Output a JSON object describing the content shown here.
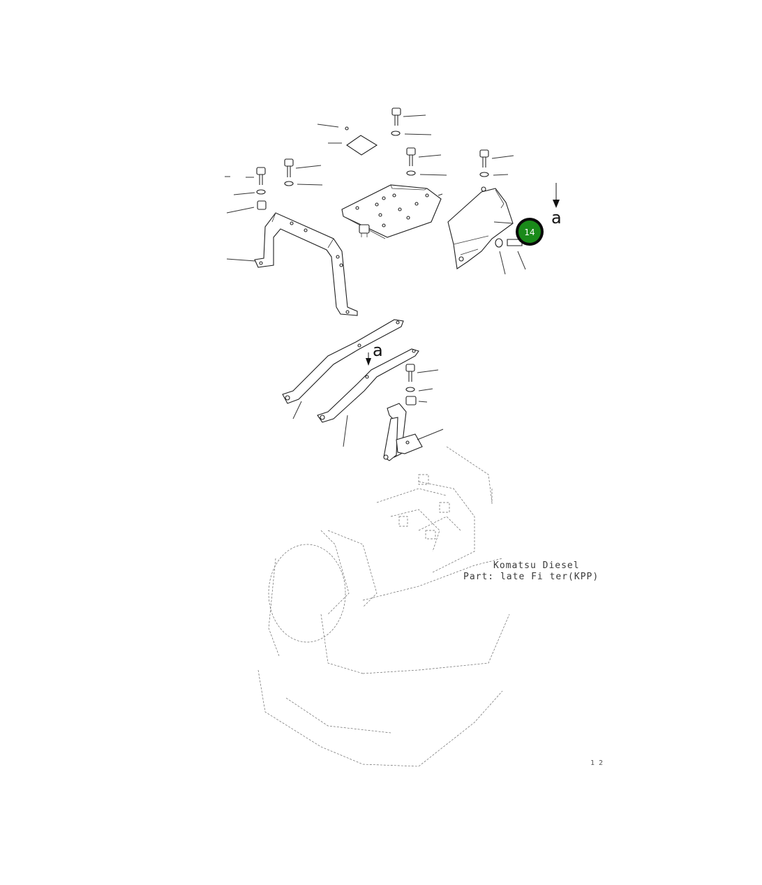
{
  "diagram": {
    "view_marker_upper": "a",
    "view_marker_lower": "a",
    "caption_line1": "Komatsu Diesel",
    "caption_line2": "Part: late Fi ter(KPP)",
    "figure_code": "1 2",
    "hotspot": {
      "number": "14",
      "fill_color": "#1a8a1a",
      "ring_color": "#0a0a0a"
    }
  }
}
